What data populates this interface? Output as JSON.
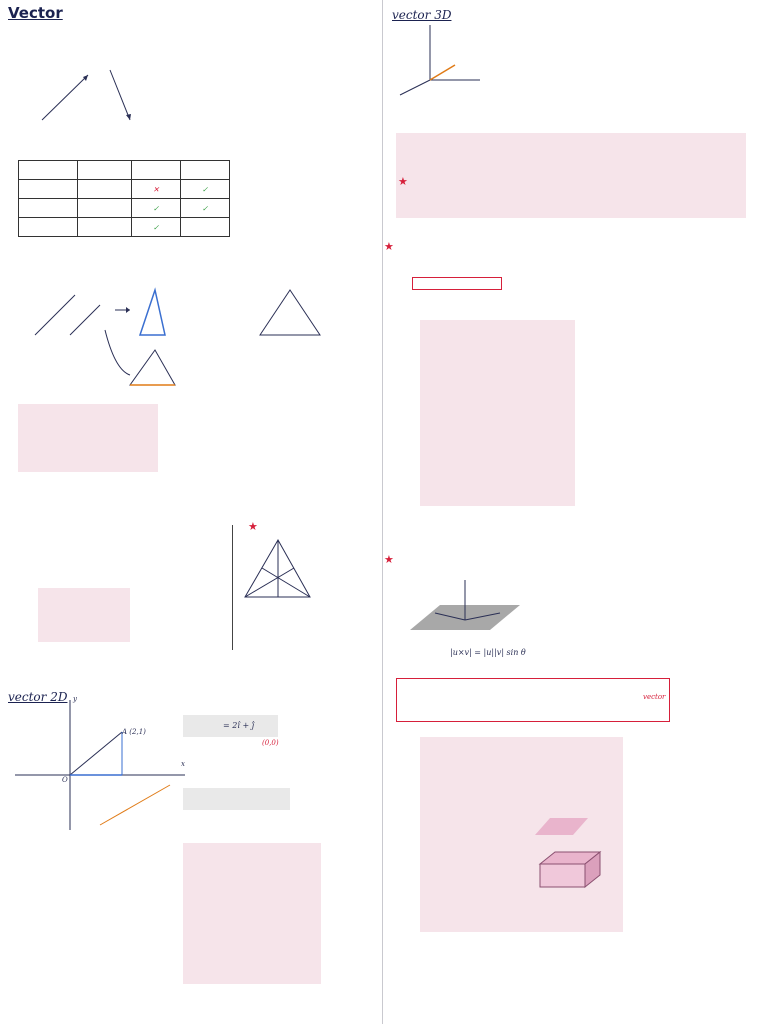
{
  "left": {
    "title": "Vector",
    "vector_2d_header": "vector 2D",
    "vector_2d_expr": "= 2î + ĵ",
    "vector_2d_note": "(0,0)",
    "vector_2d_point_a": "A (2,1)",
    "vector_2d_x_axis": "x",
    "vector_2d_y_axis": "y",
    "vector_2d_origin": "O"
  },
  "right": {
    "vector_3d_header": "vector 3D",
    "cross_red_result": "vector",
    "cross_formula": "|u×v| = |u||v| sin θ"
  },
  "colors": {
    "accent_red": "#d61f3a",
    "note_pink": "#f6e4ea",
    "note_gray": "#e9e9e9",
    "ink_blue": "#3a6fd0",
    "ink_orange": "#e07b17",
    "ink_green": "#2e9a3a"
  }
}
